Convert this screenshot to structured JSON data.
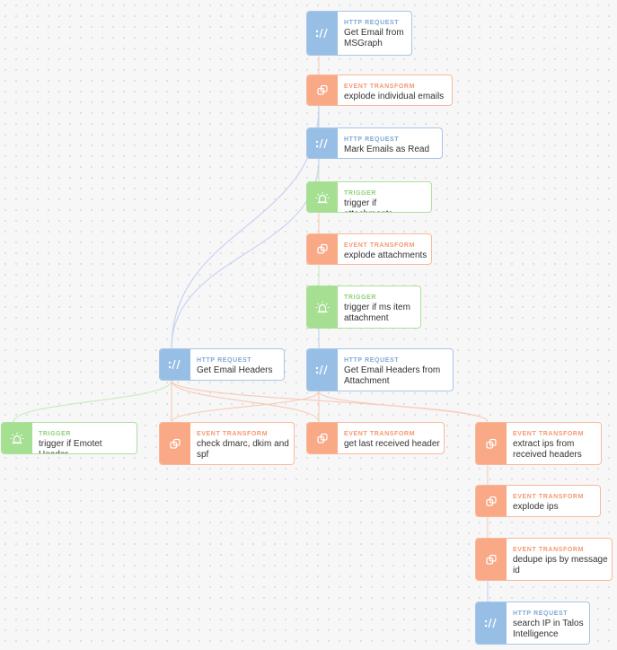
{
  "node_types": {
    "http": {
      "label": "HTTP REQUEST",
      "icon": "http-request-icon",
      "color": "#97bfe6"
    },
    "event": {
      "label": "EVENT TRANSFORM",
      "icon": "event-transform-icon",
      "color": "#f9a985"
    },
    "trigger": {
      "label": "TRIGGER",
      "icon": "trigger-icon",
      "color": "#a5df92"
    }
  },
  "nodes": [
    {
      "id": "n1",
      "type": "http",
      "label": "Get Email from MSGraph"
    },
    {
      "id": "n2",
      "type": "event",
      "label": "explode individual emails"
    },
    {
      "id": "n3",
      "type": "http",
      "label": "Mark Emails as Read"
    },
    {
      "id": "n4",
      "type": "trigger",
      "label": "trigger if attachments"
    },
    {
      "id": "n5",
      "type": "event",
      "label": "explode attachments"
    },
    {
      "id": "n6",
      "type": "trigger",
      "label": "trigger if ms item attachment"
    },
    {
      "id": "n7",
      "type": "http",
      "label": "Get Email Headers"
    },
    {
      "id": "n8",
      "type": "http",
      "label": "Get Email Headers from Attachment"
    },
    {
      "id": "n9",
      "type": "trigger",
      "label": "trigger if Emotet Header"
    },
    {
      "id": "n10",
      "type": "event",
      "label": "check dmarc, dkim and spf"
    },
    {
      "id": "n11",
      "type": "event",
      "label": "get last received header"
    },
    {
      "id": "n12",
      "type": "event",
      "label": "extract ips from received headers"
    },
    {
      "id": "n13",
      "type": "event",
      "label": "explode ips"
    },
    {
      "id": "n14",
      "type": "event",
      "label": "dedupe ips by message id"
    },
    {
      "id": "n15",
      "type": "http",
      "label": "search IP in Talos Intelligence"
    }
  ],
  "edges": [
    [
      "n1",
      "n2"
    ],
    [
      "n2",
      "n3"
    ],
    [
      "n3",
      "n4"
    ],
    [
      "n4",
      "n5"
    ],
    [
      "n5",
      "n6"
    ],
    [
      "n6",
      "n8"
    ],
    [
      "n2",
      "n7"
    ],
    [
      "n3",
      "n7"
    ],
    [
      "n7",
      "n9"
    ],
    [
      "n7",
      "n10"
    ],
    [
      "n7",
      "n11"
    ],
    [
      "n7",
      "n12"
    ],
    [
      "n8",
      "n10"
    ],
    [
      "n8",
      "n11"
    ],
    [
      "n8",
      "n12"
    ],
    [
      "n12",
      "n13"
    ],
    [
      "n13",
      "n14"
    ],
    [
      "n14",
      "n15"
    ]
  ]
}
